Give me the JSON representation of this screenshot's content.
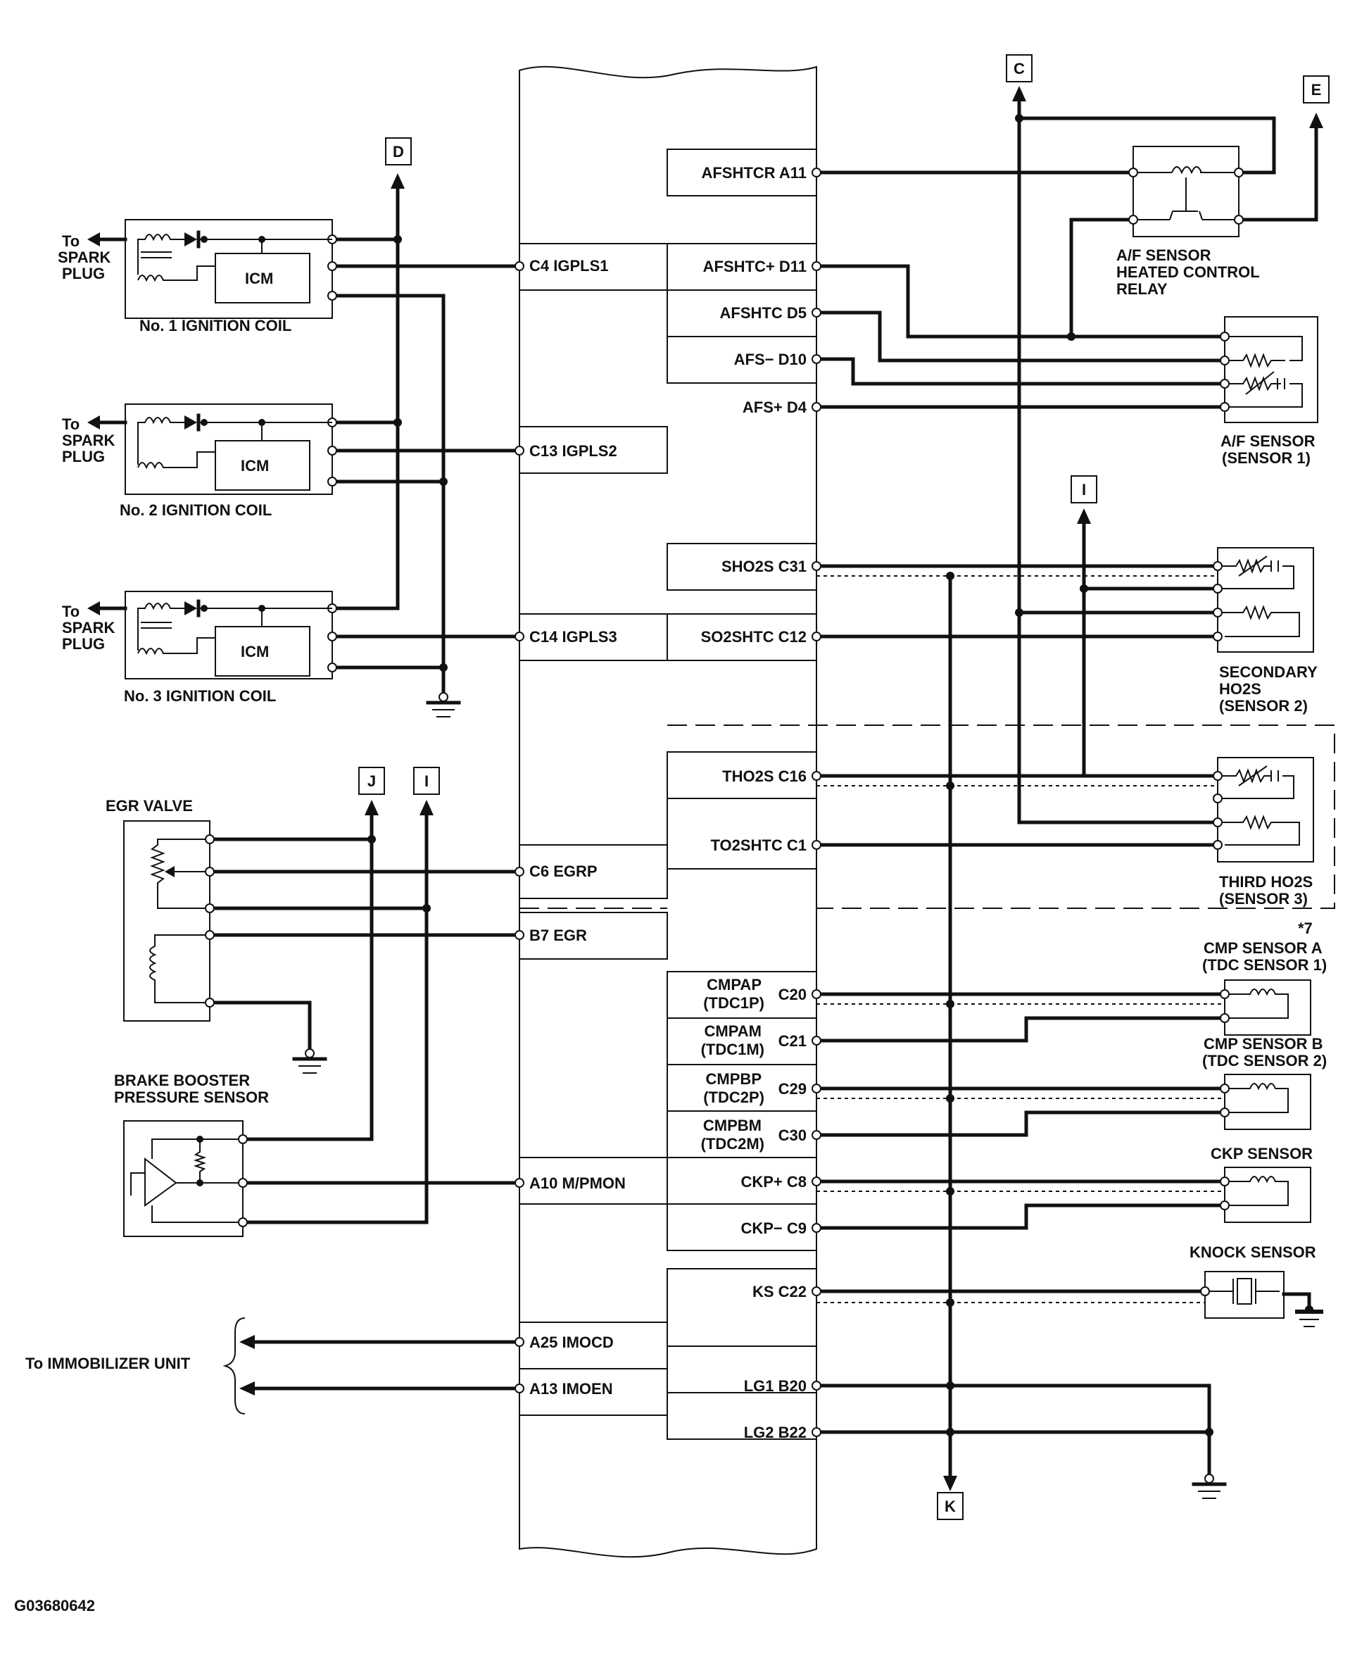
{
  "ecm_pins_left": {
    "c4": "C4 IGPLS1",
    "c13": "C13 IGPLS2",
    "c14": "C14 IGPLS3",
    "c6": "C6 EGRP",
    "b7": "B7 EGR",
    "a10": "A10 M/PMON",
    "a25": "A25 IMOCD",
    "a13": "A13 IMOEN"
  },
  "ecm_pins_right": {
    "a11": "AFSHTCR A11",
    "d11": "AFSHTC+ D11",
    "d5": "AFSHTC D5",
    "d10": "AFS− D10",
    "d4": "AFS+ D4",
    "c31": "SHO2S C31",
    "c12": "SO2SHTC C12",
    "c16": "THO2S C16",
    "c1": "TO2SHTC C1",
    "c20_a": "CMPAP",
    "c20_b": "(TDC1P)",
    "c20_c": "C20",
    "c21_a": "CMPAM",
    "c21_b": "(TDC1M)",
    "c21_c": "C21",
    "c29_a": "CMPBP",
    "c29_b": "(TDC2P)",
    "c29_c": "C29",
    "c30_a": "CMPBM",
    "c30_b": "(TDC2M)",
    "c30_c": "C30",
    "c8": "CKP+ C8",
    "c9": "CKP− C9",
    "c22": "KS C22",
    "b20": "LG1 B20",
    "b22": "LG2 B22"
  },
  "connectors": {
    "d": "D",
    "c": "C",
    "e": "E",
    "i_top": "I",
    "j": "J",
    "i_left": "I",
    "k": "K"
  },
  "components": {
    "coil1": "No. 1 IGNITION COIL",
    "coil2": "No. 2 IGNITION COIL",
    "coil3": "No. 3 IGNITION COIL",
    "icm": "ICM",
    "to": "To",
    "spark": "SPARK",
    "plug": "PLUG",
    "relay_1": "A/F SENSOR",
    "relay_2": "HEATED CONTROL",
    "relay_3": "RELAY",
    "afs_1": "A/F SENSOR",
    "afs_2": "(SENSOR 1)",
    "sec_1": "SECONDARY",
    "sec_2": "HO2S",
    "sec_3": "(SENSOR 2)",
    "third_1": "THIRD HO2S",
    "third_2": "(SENSOR 3)",
    "note7": "*7",
    "cmpa_1": "CMP SENSOR A",
    "cmpa_2": "(TDC SENSOR 1)",
    "cmpb_1": "CMP SENSOR B",
    "cmpb_2": "(TDC SENSOR 2)",
    "ckp": "CKP SENSOR",
    "knock": "KNOCK SENSOR",
    "egr": "EGR VALVE",
    "bbps_1": "BRAKE BOOSTER",
    "bbps_2": "PRESSURE SENSOR",
    "immo": "To IMMOBILIZER UNIT"
  },
  "figure_id": "G03680642"
}
